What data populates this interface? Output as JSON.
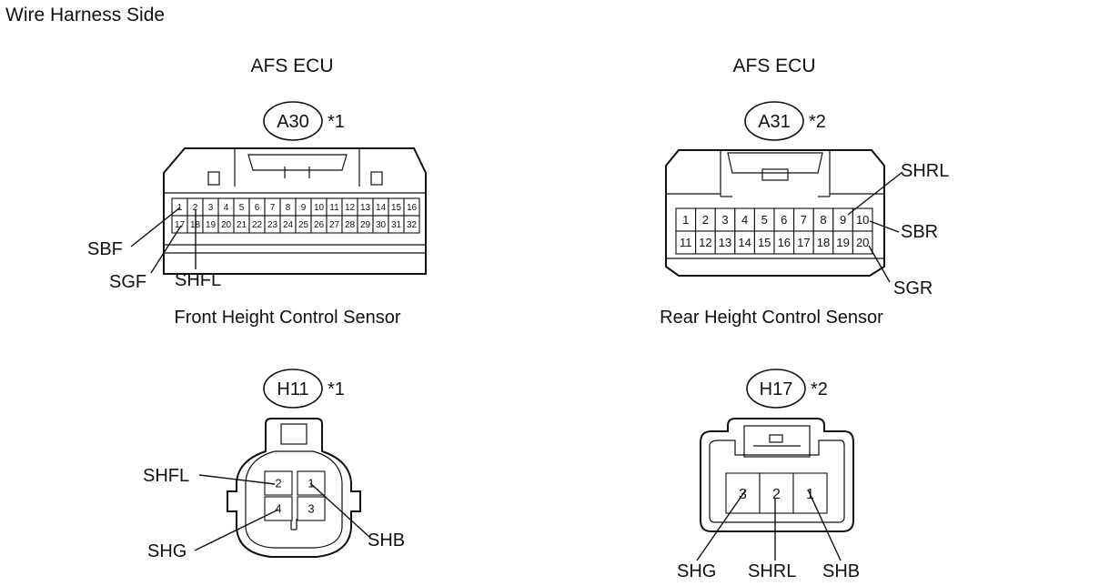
{
  "page_title": "Wire Harness Side",
  "connectors": {
    "a30": {
      "header": "AFS ECU",
      "code": "A30",
      "note": "*1",
      "pins_top": [
        "1",
        "2",
        "3",
        "4",
        "5",
        "6",
        "7",
        "8",
        "9",
        "10",
        "11",
        "12",
        "13",
        "14",
        "15",
        "16"
      ],
      "pins_bottom": [
        "17",
        "18",
        "19",
        "20",
        "21",
        "22",
        "23",
        "24",
        "25",
        "26",
        "27",
        "28",
        "29",
        "30",
        "31",
        "32"
      ],
      "callouts": {
        "sbf": "SBF",
        "sgf": "SGF",
        "shfl": "SHFL"
      }
    },
    "a31": {
      "header": "AFS ECU",
      "code": "A31",
      "note": "*2",
      "pins_top": [
        "1",
        "2",
        "3",
        "4",
        "5",
        "6",
        "7",
        "8",
        "9",
        "10"
      ],
      "pins_bottom": [
        "11",
        "12",
        "13",
        "14",
        "15",
        "16",
        "17",
        "18",
        "19",
        "20"
      ],
      "callouts": {
        "shrl": "SHRL",
        "sbr": "SBR",
        "sgr": "SGR"
      }
    },
    "h11": {
      "header": "Front Height Control Sensor",
      "code": "H11",
      "note": "*1",
      "pins": [
        "2",
        "1",
        "4",
        "3"
      ],
      "callouts": {
        "shfl": "SHFL",
        "shg": "SHG",
        "shb": "SHB"
      }
    },
    "h17": {
      "header": "Rear Height Control Sensor",
      "code": "H17",
      "note": "*2",
      "pins": [
        "3",
        "2",
        "1"
      ],
      "callouts": {
        "shg": "SHG",
        "shrl": "SHRL",
        "shb": "SHB"
      }
    }
  }
}
